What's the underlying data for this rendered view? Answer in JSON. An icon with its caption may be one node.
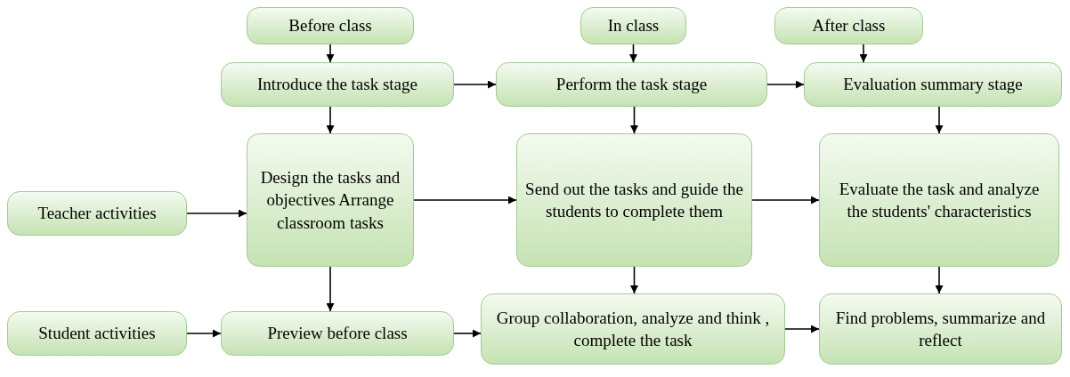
{
  "diagram": {
    "nodes": [
      {
        "text": [
          "Before class"
        ]
      },
      {
        "text": [
          "In class"
        ]
      },
      {
        "text": [
          "After class"
        ]
      },
      {
        "text": [
          "Introduce the task stage"
        ]
      },
      {
        "text": [
          "Perform the task stage"
        ]
      },
      {
        "text": [
          "Evaluation summary stage"
        ]
      },
      {
        "text": [
          "Teacher activities"
        ]
      },
      {
        "text": [
          "Design the tasks and objectives Arrange classroom tasks"
        ]
      },
      {
        "text": [
          "Send out the tasks and guide the students to complete them"
        ]
      },
      {
        "text": [
          "Evaluate the task and analyze the students' characteristics"
        ]
      },
      {
        "text": [
          "Student activities"
        ]
      },
      {
        "text": [
          "Preview before class"
        ]
      },
      {
        "text": [
          "Group collaboration, analyze and think , complete the task"
        ]
      },
      {
        "text": [
          "Find problems, summarize and reflect"
        ]
      }
    ],
    "edges": [
      {
        "from": 0,
        "to": 3,
        "arrow": "to"
      },
      {
        "from": 1,
        "to": 4,
        "arrow": "to"
      },
      {
        "from": 2,
        "to": 5,
        "arrow": "to"
      },
      {
        "from": 3,
        "to": 4,
        "arrow": "to"
      },
      {
        "from": 4,
        "to": 5,
        "arrow": "to"
      },
      {
        "from": 3,
        "to": 7,
        "arrow": "to"
      },
      {
        "from": 4,
        "to": 8,
        "arrow": "to"
      },
      {
        "from": 5,
        "to": 9,
        "arrow": "to"
      },
      {
        "from": 6,
        "to": 7,
        "arrow": "to"
      },
      {
        "from": 7,
        "to": 8,
        "arrow": "to"
      },
      {
        "from": 8,
        "to": 9,
        "arrow": "to"
      },
      {
        "from": 7,
        "to": 11,
        "arrow": "to"
      },
      {
        "from": 8,
        "to": 12,
        "arrow": "to"
      },
      {
        "from": 9,
        "to": 13,
        "arrow": "to"
      },
      {
        "from": 10,
        "to": 11,
        "arrow": "to"
      },
      {
        "from": 11,
        "to": 12,
        "arrow": "to"
      },
      {
        "from": 12,
        "to": 13,
        "arrow": "to"
      }
    ]
  }
}
